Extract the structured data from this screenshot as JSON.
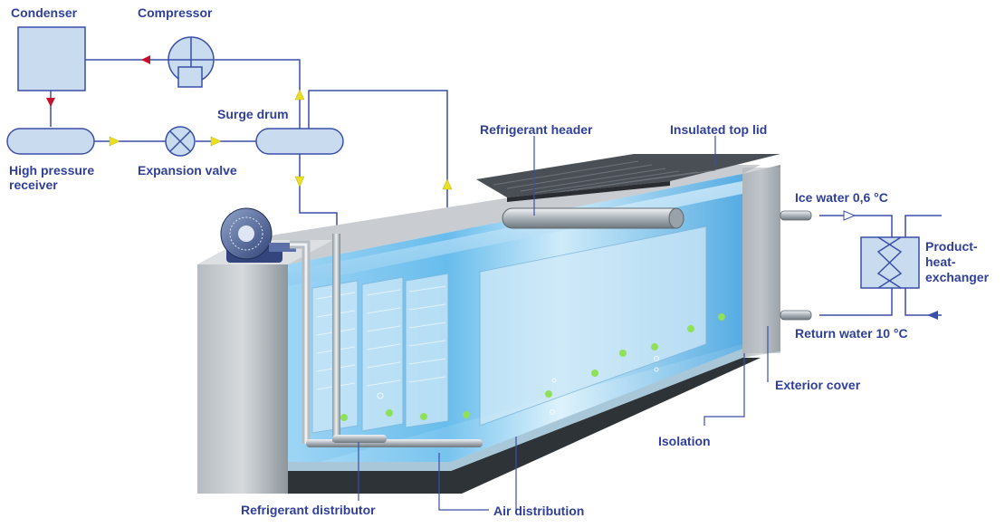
{
  "labels": {
    "condenser": "Condenser",
    "compressor": "Compressor",
    "surge_drum": "Surge drum",
    "high_pressure_receiver_line1": "High pressure",
    "high_pressure_receiver_line2": "receiver",
    "expansion_valve": "Expansion valve",
    "refrigerant_header": "Refrigerant header",
    "insulated_top_lid": "Insulated top lid",
    "ice_water": "Ice water 0,6 °C",
    "return_water": "Return water 10 °C",
    "product_heat_exchanger_line1": "Product-",
    "product_heat_exchanger_line2": "heat-",
    "product_heat_exchanger_line3": "exchanger",
    "exterior_cover": "Exterior cover",
    "isolation": "Isolation",
    "refrigerant_distributor": "Refrigerant distributor",
    "air_distribution": "Air distribution"
  },
  "colors": {
    "label_text": "#2f3f9a",
    "pipe_line": "#3a4fa8",
    "component_fill": "#c9dcef",
    "component_stroke": "#3a4fa8",
    "flow_arrow_yellow": "#e8e020",
    "flow_arrow_red": "#c8102e",
    "water_blue": "#58b8ec",
    "tank_wall_gray": "#9aa3aa",
    "lid_dark": "#4a4f55",
    "air_bubble_green": "#8fe05a"
  }
}
